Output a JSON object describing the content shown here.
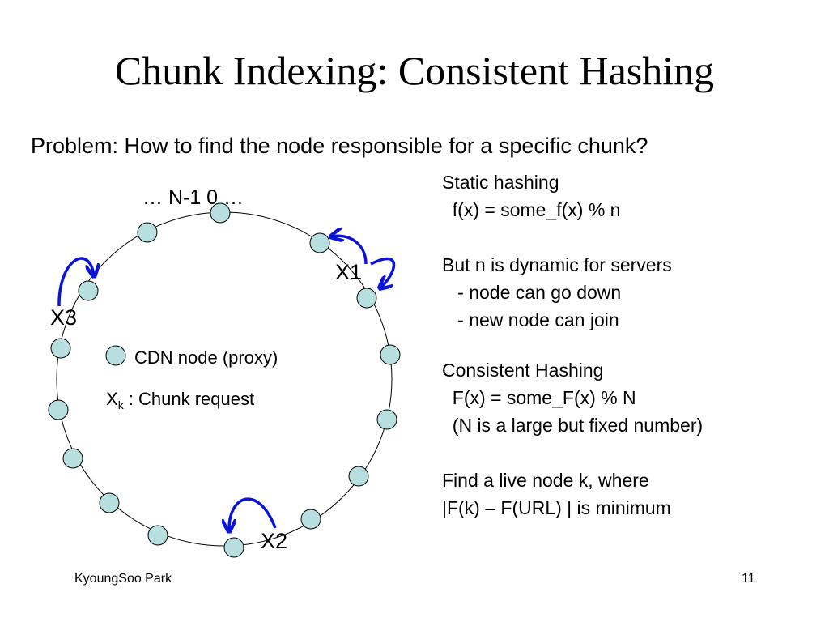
{
  "slide": {
    "title": "Chunk Indexing: Consistent Hashing",
    "problem": "Problem: How to find the node responsible for a specific chunk?",
    "footer_author": "KyoungSoo Park",
    "page_number": "11"
  },
  "diagram": {
    "ring_top_label": "… N-1 0 …",
    "legend_node_label": "CDN node (proxy)",
    "legend_request_symbol": "X",
    "legend_request_subscript": "k",
    "legend_request_label": " : Chunk request",
    "requests": [
      {
        "label": "X1"
      },
      {
        "label": "X2"
      },
      {
        "label": "X3"
      }
    ],
    "node_fill": "#b8dfe0",
    "arrow_color": "#0a14d8"
  },
  "notes": {
    "static_heading": "Static hashing",
    "static_formula": "  f(x) = some_f(x) % n",
    "dynamic_heading": "But n is dynamic for servers",
    "dynamic_item_1": "   - node can go down",
    "dynamic_item_2": "   - new node can join",
    "consistent_heading": "Consistent Hashing",
    "consistent_formula": "  F(x) = some_F(x) % N",
    "consistent_note": "  (N is a large but fixed number)",
    "find_line_1": "Find a live node k, where",
    "find_line_2": "|F(k) – F(URL) | is minimum"
  }
}
